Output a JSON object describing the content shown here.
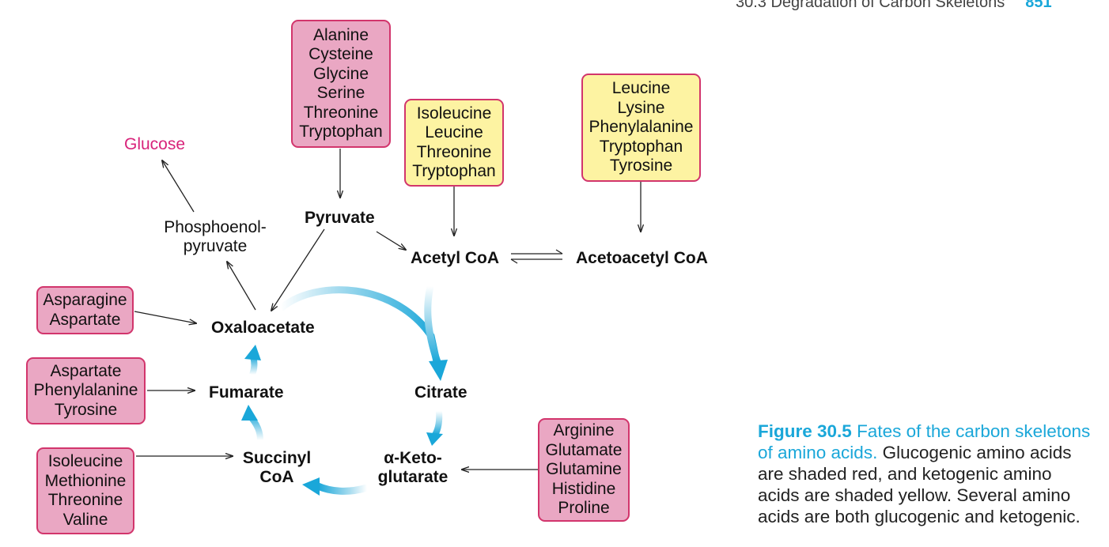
{
  "header": {
    "section": "30.3 Degradation of Carbon Skeletons",
    "page_number": "851"
  },
  "boxes": {
    "pyruvate_sources": [
      "Alanine",
      "Cysteine",
      "Glycine",
      "Serine",
      "Threonine",
      "Tryptophan"
    ],
    "acetylcoa_sources": [
      "Isoleucine",
      "Leucine",
      "Threonine",
      "Tryptophan"
    ],
    "acetoacetylcoa_sources": [
      "Leucine",
      "Lysine",
      "Phenylalanine",
      "Tryptophan",
      "Tyrosine"
    ],
    "oxaloacetate_sources": [
      "Asparagine",
      "Aspartate"
    ],
    "fumarate_sources": [
      "Aspartate",
      "Phenylalanine",
      "Tyrosine"
    ],
    "succinylcoa_sources": [
      "Isoleucine",
      "Methionine",
      "Threonine",
      "Valine"
    ],
    "ketoglutarate_sources": [
      "Arginine",
      "Glutamate",
      "Glutamine",
      "Histidine",
      "Proline"
    ]
  },
  "colors": {
    "glucogenic": "#eaa7c3",
    "ketogenic": "#fdf3a2",
    "box_border": "#d2356c",
    "cycle_arrow": "#1aa7d9",
    "glucose": "#d8237a"
  },
  "nodes": {
    "glucose": "Glucose",
    "pep_line1": "Phosphoenol-",
    "pep_line2": "pyruvate",
    "pyruvate": "Pyruvate",
    "acetyl_coa": "Acetyl CoA",
    "acetoacetyl_coa": "Acetoacetyl CoA",
    "oxaloacetate": "Oxaloacetate",
    "fumarate": "Fumarate",
    "citrate": "Citrate",
    "succinyl_line1": "Succinyl",
    "succinyl_line2": "CoA",
    "ketoglutarate_line1": "α-Keto-",
    "ketoglutarate_line2": "glutarate"
  },
  "caption": {
    "figure_number": "Figure 30.5",
    "title": "Fates of the carbon skeletons of amino acids.",
    "body": "Glucogenic amino acids are shaded red, and ketogenic amino acids are shaded yellow. Several amino acids are both glucogenic and ketogenic."
  }
}
